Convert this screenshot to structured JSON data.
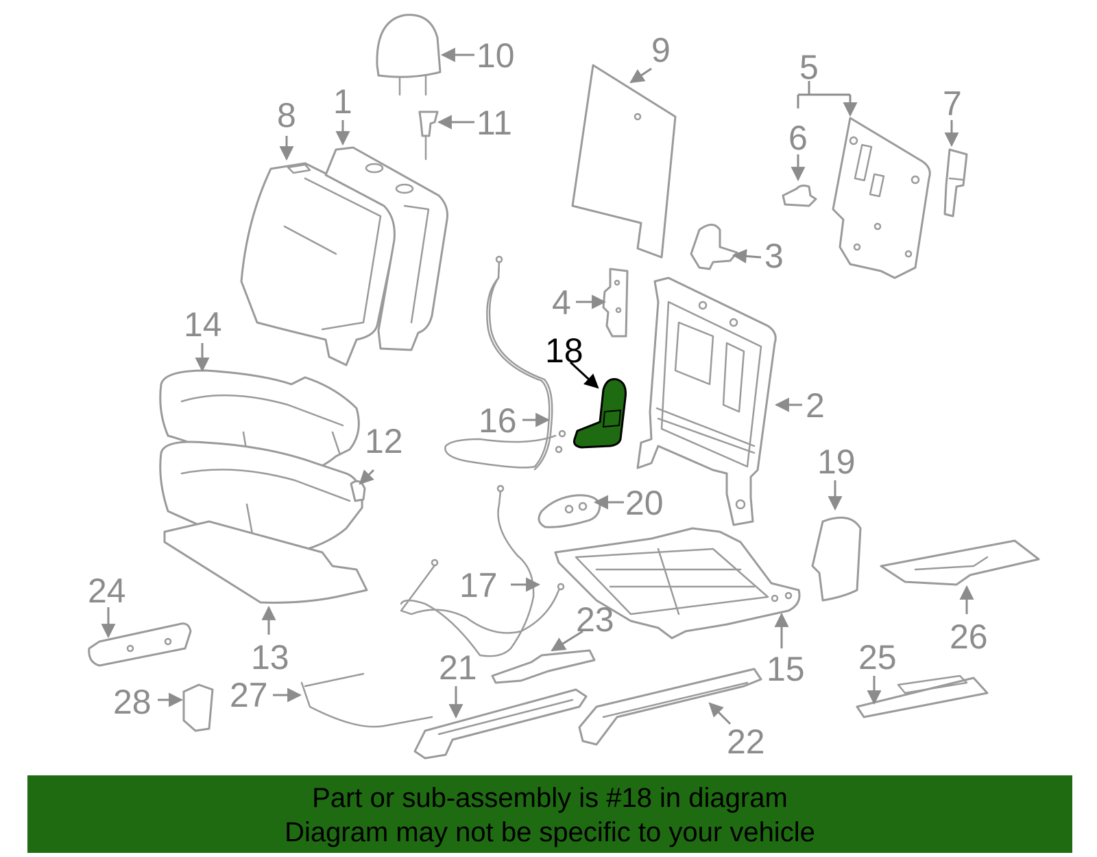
{
  "diagram": {
    "highlight_color": "#1f6b12",
    "highlighted_part": "18",
    "labels": {
      "p1": "1",
      "p2": "2",
      "p3": "3",
      "p4": "4",
      "p5": "5",
      "p6": "6",
      "p7": "7",
      "p8": "8",
      "p9": "9",
      "p10": "10",
      "p11": "11",
      "p12": "12",
      "p13": "13",
      "p14": "14",
      "p15": "15",
      "p16": "16",
      "p17": "17",
      "p18": "18",
      "p19": "19",
      "p20": "20",
      "p21": "21",
      "p22": "22",
      "p23": "23",
      "p24": "24",
      "p25": "25",
      "p26": "26",
      "p27": "27",
      "p28": "28"
    }
  },
  "banner": {
    "line1": "Part or sub-assembly is #18 in diagram",
    "line2": "Diagram may not be specific to your vehicle",
    "background": "#1f6b12"
  }
}
